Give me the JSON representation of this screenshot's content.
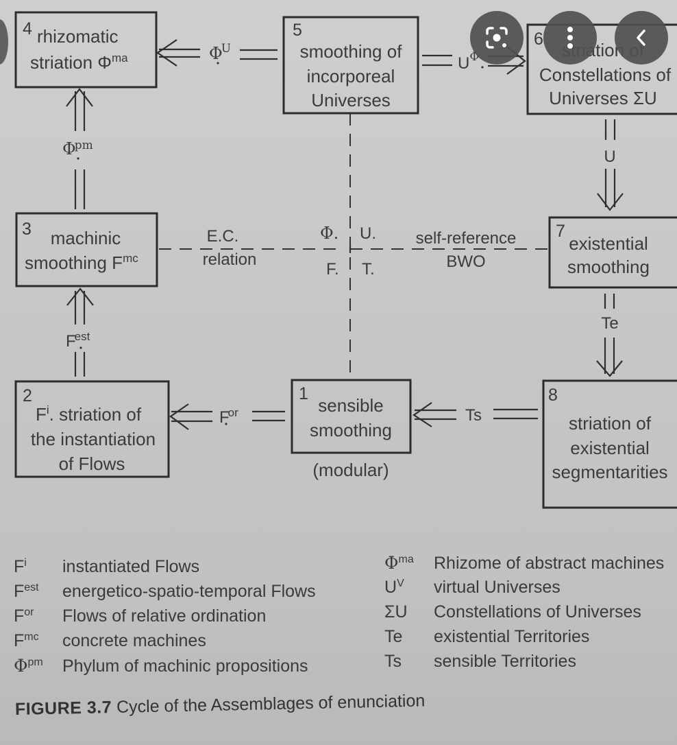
{
  "nodes": [
    {
      "id": "4",
      "lines": [
        "rhizomatic",
        "striation Φ"
      ],
      "sup": "ma"
    },
    {
      "id": "5",
      "lines": [
        "smoothing of",
        "incorporeal",
        "Universes"
      ]
    },
    {
      "id": "6",
      "lines": [
        "striation of",
        "Constellations of",
        "Universes ΣU"
      ]
    },
    {
      "id": "3",
      "lines": [
        "machinic",
        "smoothing F"
      ],
      "sup": "mc"
    },
    {
      "id": "7",
      "lines": [
        "existential",
        "smoothing"
      ]
    },
    {
      "id": "2",
      "lines": [
        "F",
        "striation of",
        "the instantiation",
        "of Flows"
      ],
      "sup": "i"
    },
    {
      "id": "1",
      "lines": [
        "sensible",
        "smoothing"
      ],
      "note": "(modular)"
    },
    {
      "id": "8",
      "lines": [
        "striation of",
        "existential",
        "segmentarities"
      ]
    }
  ],
  "edges": {
    "e5_4": {
      "base": "Φ",
      "sup": "U"
    },
    "e5_6": {
      "base": "U",
      "sup": "Φ"
    },
    "e3_4": {
      "base": "Φ",
      "sup": "pm"
    },
    "e6_7": {
      "base": "U"
    },
    "e7_8": {
      "base": "Te"
    },
    "e2_3": {
      "base": "F",
      "sup": "est"
    },
    "e1_2": {
      "base": "F",
      "sup": "or"
    },
    "e8_1": {
      "base": "Ts"
    },
    "ec": {
      "top": "E.C.",
      "bottom": "relation"
    },
    "bwo": {
      "top": "self-reference",
      "bottom": "BWO"
    },
    "quad": {
      "tl": "Φ.",
      "tr": "U.",
      "bl": "F.",
      "br": "T."
    }
  },
  "legend": {
    "left": [
      {
        "base": "F",
        "sup": "i",
        "desc": "instantiated Flows"
      },
      {
        "base": "F",
        "sup": "est",
        "desc": "energetico-spatio-temporal Flows"
      },
      {
        "base": "F",
        "sup": "or",
        "desc": "Flows of relative ordination"
      },
      {
        "base": "F",
        "sup": "mc",
        "desc": "concrete machines"
      },
      {
        "base": "Φ",
        "sup": "pm",
        "desc": "Phylum of machinic propositions"
      }
    ],
    "right": [
      {
        "base": "Φ",
        "sup": "ma",
        "desc": "Rhizome of abstract machines"
      },
      {
        "base": "U",
        "sup": "V",
        "desc": "virtual Universes"
      },
      {
        "base": "ΣU",
        "sup": "",
        "desc": "Constellations of Universes"
      },
      {
        "base": "Te",
        "sup": "",
        "desc": "existential Territories"
      },
      {
        "base": "Ts",
        "sup": "",
        "desc": "sensible Territories"
      }
    ]
  },
  "caption": {
    "figure": "FIGURE 3.7",
    "text": "Cycle of the Assemblages of enunciation"
  },
  "overlay": {
    "lens": "lens-icon",
    "more": "more-options-icon",
    "back": "back-icon"
  }
}
